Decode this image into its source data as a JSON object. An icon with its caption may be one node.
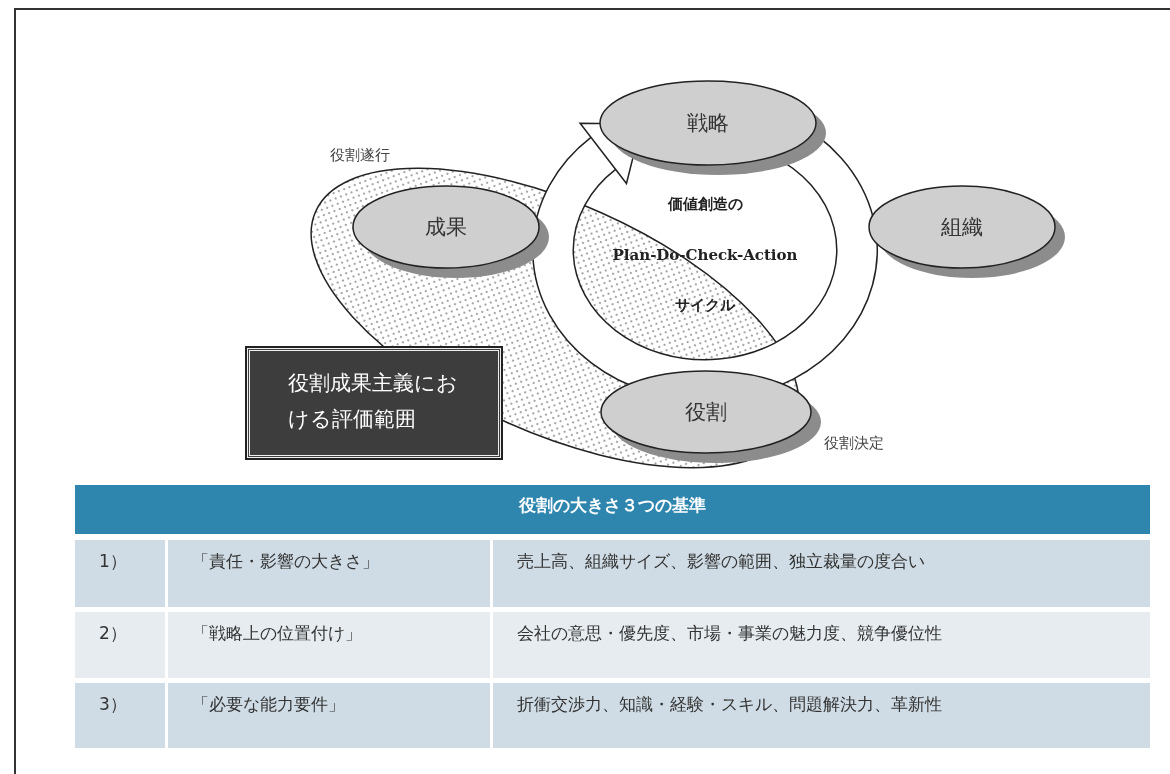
{
  "diagram": {
    "nodes": [
      {
        "text": [
          "戦略"
        ]
      },
      {
        "text": [
          "成果"
        ]
      },
      {
        "text": [
          "組織"
        ]
      },
      {
        "text": [
          "価値創造の",
          "Plan-Do-Check-Action",
          "サイクル"
        ]
      },
      {
        "text": [
          "役割成果主義における評価範囲"
        ]
      },
      {
        "text": [
          "役割"
        ]
      }
    ],
    "edges": [],
    "labels": [
      "役割遂行",
      "役割決定",
      "役割の大きさ３つの基準",
      "1）",
      "「責任・影響の大きさ」",
      "売上高、組織サイズ、影響の範囲、独立裁量の度合い",
      "2）",
      "「戦略上の位置付け」",
      "会社の意思・優先度、市場・事業の魅力度、競争優位性",
      "3）",
      "「必要な能力要件」",
      "折衝交渉力、知識・経験・スキル、問題解決力、革新性"
    ]
  }
}
